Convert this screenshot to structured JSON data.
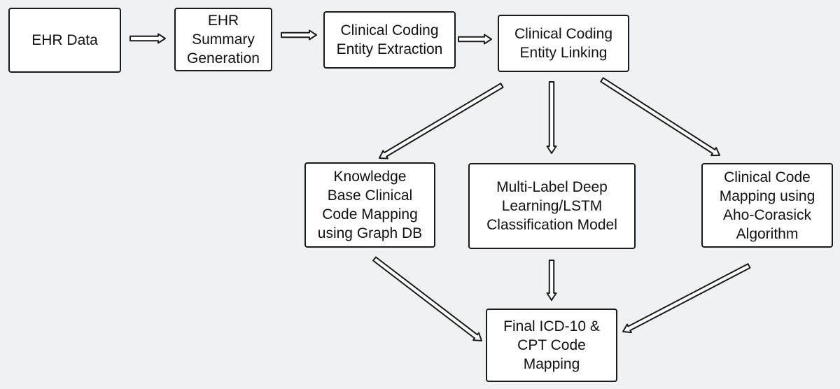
{
  "diagram": {
    "nodes": {
      "ehr_data": "EHR Data",
      "summary_generation": "EHR\nSummary\nGeneration",
      "entity_extraction": "Clinical Coding\nEntity Extraction",
      "entity_linking": "Clinical Coding\nEntity Linking",
      "knowledge_base": "Knowledge\nBase Clinical\nCode Mapping\nusing Graph DB",
      "lstm_model": "Multi-Label Deep\nLearning/LSTM\nClassification Model",
      "aho_corasick": "Clinical Code\nMapping using\nAho-Corasick\nAlgorithm",
      "final_mapping": "Final ICD-10 &\nCPT Code\nMapping"
    },
    "edges": [
      {
        "from": "ehr_data",
        "to": "summary_generation"
      },
      {
        "from": "summary_generation",
        "to": "entity_extraction"
      },
      {
        "from": "entity_extraction",
        "to": "entity_linking"
      },
      {
        "from": "entity_linking",
        "to": "knowledge_base"
      },
      {
        "from": "entity_linking",
        "to": "lstm_model"
      },
      {
        "from": "entity_linking",
        "to": "aho_corasick"
      },
      {
        "from": "knowledge_base",
        "to": "final_mapping"
      },
      {
        "from": "lstm_model",
        "to": "final_mapping"
      },
      {
        "from": "aho_corasick",
        "to": "final_mapping"
      }
    ]
  }
}
